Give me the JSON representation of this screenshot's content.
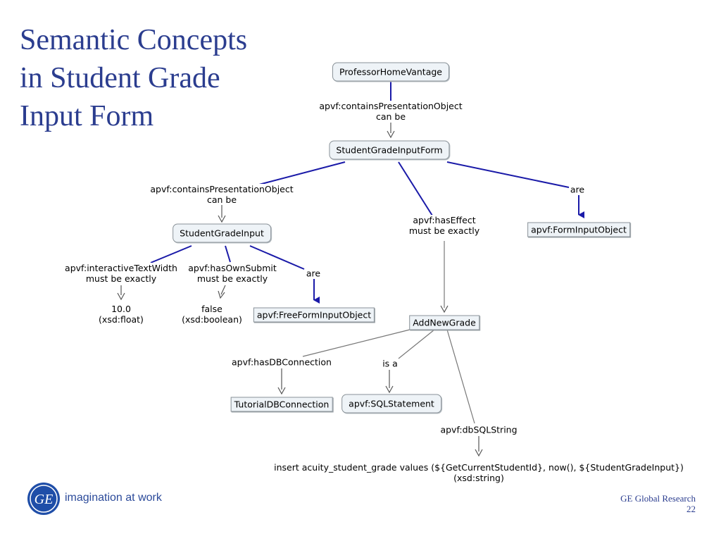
{
  "slide": {
    "title_lines": [
      "Semantic Concepts",
      "in Student Grade",
      "Input Form"
    ],
    "tagline": "imagination at work",
    "logo_text": "GE",
    "org": "GE Global Research",
    "page_number": "22"
  },
  "nodes": {
    "professor_home_vantage": "ProfessorHomeVantage",
    "student_grade_input_form": "StudentGradeInputForm",
    "student_grade_input": "StudentGradeInput",
    "form_input_object": "apvf:FormInputObject",
    "free_form_input_object": "apvf:FreeFormInputObject",
    "add_new_grade": "AddNewGrade",
    "tutorial_db_connection": "TutorialDBConnection",
    "sql_statement": "apvf:SQLStatement",
    "value_width_line1": "10.0",
    "value_width_line2": "(xsd:float)",
    "value_submit_line1": "false",
    "value_submit_line2": "(xsd:boolean)",
    "sql_string_line1": "insert acuity_student_grade values (${GetCurrentStudentId}, now(), ${StudentGradeInput})",
    "sql_string_line2": "(xsd:string)"
  },
  "labels": {
    "contains_top_1": "apvf:containsPresentationObject",
    "contains_top_2": "can be",
    "contains_left_1": "apvf:containsPresentationObject",
    "contains_left_2": "can be",
    "has_effect_1": "apvf:hasEffect",
    "has_effect_2": "must be exactly",
    "are_right": "are",
    "interactive_text_width_1": "apvf:interactiveTextWidth",
    "interactive_text_width_2": "must be exactly",
    "has_own_submit_1": "apvf:hasOwnSubmit",
    "has_own_submit_2": "must be exactly",
    "are_mid": "are",
    "has_db_connection": "apvf:hasDBConnection",
    "is_a": "is a",
    "db_sql_string": "apvf:dbSQLString"
  },
  "colors": {
    "title": "#2b3d8f",
    "edge_blue": "#1a1aa8",
    "edge_gray": "#777777",
    "node_fill": "#eef3f7",
    "node_border": "#8a9298"
  }
}
